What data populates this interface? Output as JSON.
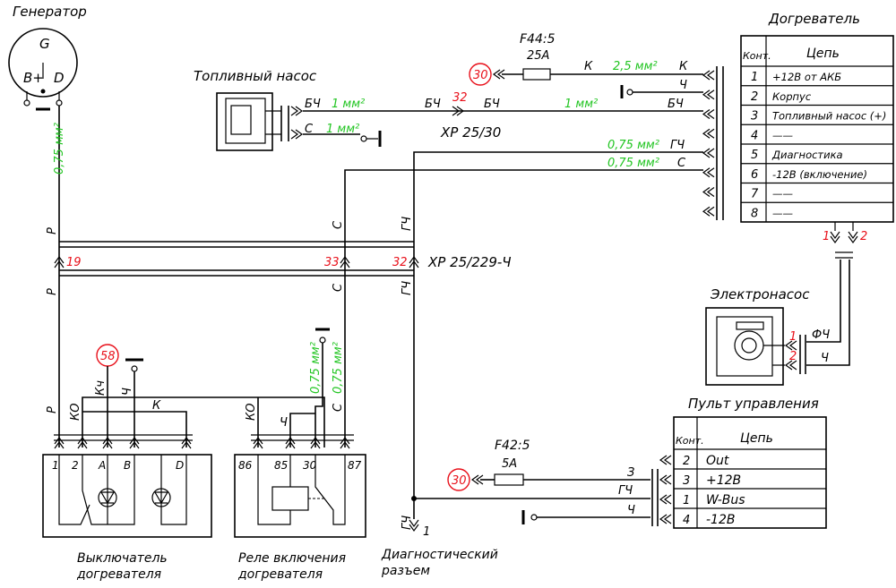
{
  "components": {
    "generator": {
      "title": "Генератор",
      "g": "G",
      "b": "B+",
      "d": "D"
    },
    "fuel_pump": {
      "title": "Топливный насос"
    },
    "heater": {
      "title": "Догреватель",
      "col_kont": "Конт.",
      "col_circuit": "Цепь",
      "rows": [
        {
          "num": "1",
          "circuit": "+12В от АКБ"
        },
        {
          "num": "2",
          "circuit": "Корпус"
        },
        {
          "num": "3",
          "circuit": "Топливный насос (+)"
        },
        {
          "num": "4",
          "circuit": "——"
        },
        {
          "num": "5",
          "circuit": "Диагностика"
        },
        {
          "num": "6",
          "circuit": "-12В (включение)"
        },
        {
          "num": "7",
          "circuit": "——"
        },
        {
          "num": "8",
          "circuit": "——"
        }
      ]
    },
    "electropump": {
      "title": "Электронасос"
    },
    "control_panel": {
      "title": "Пульт управления",
      "col_kont": "Конт.",
      "col_circuit": "Цепь",
      "rows": [
        {
          "num": "2",
          "circuit": "Out"
        },
        {
          "num": "3",
          "circuit": "+12В"
        },
        {
          "num": "1",
          "circuit": "W-Bus"
        },
        {
          "num": "4",
          "circuit": "-12В"
        }
      ]
    },
    "switch": {
      "line1": "Выключатель",
      "line2": "догревателя",
      "pins": [
        "1",
        "2",
        "A",
        "B",
        "D"
      ]
    },
    "relay": {
      "line1": "Реле включения",
      "line2": "догревателя",
      "pins": [
        "86",
        "85",
        "30",
        "87"
      ]
    },
    "diag": {
      "line1": "Диагностический",
      "line2": "разъем",
      "pin": "1"
    }
  },
  "fuses": {
    "f44": {
      "name": "F44:5",
      "rating": "25A",
      "circle": "30"
    },
    "f42": {
      "name": "F42:5",
      "rating": "5A",
      "circle": "30"
    }
  },
  "connectors": {
    "xp2530": "XP 25/30",
    "xp25229": "XP 25/229-Ч",
    "pin32_top": "32",
    "pin19": "19",
    "pin33": "33",
    "pin32": "32",
    "pump_pin1": "1",
    "pump_pin2": "2",
    "heater_out1": "1",
    "heater_out2": "2"
  },
  "circle58": "58",
  "wires": {
    "bch": "БЧ",
    "s": "С",
    "k": "К",
    "ch": "Ч",
    "gch": "ГЧ",
    "r": "Р",
    "ko": "КО",
    "kch": "Кч",
    "fch": "ФЧ",
    "z": "З",
    "mm1": "1 мм²",
    "mm25": "2,5 мм²",
    "mm075": "0,75 мм²"
  }
}
